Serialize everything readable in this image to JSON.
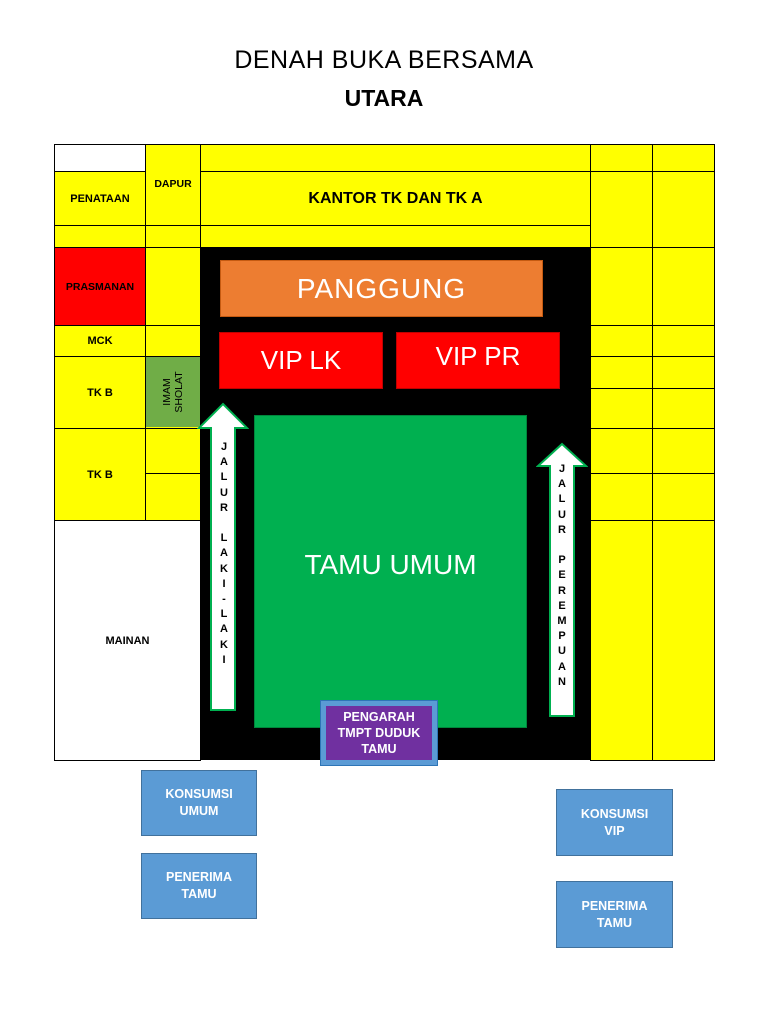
{
  "title": "DENAH BUKA BERSAMA",
  "subtitle": "UTARA",
  "rooms": {
    "penataan": "PENATAAN",
    "dapur": "DAPUR",
    "kantor": "KANTOR TK DAN TK A",
    "prasmanan": "PRASMANAN",
    "mck": "MCK",
    "tkb_1": "TK B",
    "tkb_2": "TK B",
    "imam_sholat": "IMAM SHOLAT",
    "mainan": "MAINAN"
  },
  "stage": {
    "panggung": "PANGGUNG",
    "vip_lk": "VIP LK",
    "vip_pr": "VIP PR",
    "tamu_umum": "TAMU UMUM",
    "pengarah": "PENGARAH TMPT DUDUK TAMU"
  },
  "paths": {
    "jalur_laki": [
      "J",
      "A",
      "L",
      "U",
      "R",
      "",
      "L",
      "A",
      "K",
      "I",
      "-",
      "L",
      "A",
      "K",
      "I"
    ],
    "jalur_perempuan": [
      "J",
      "A",
      "L",
      "U",
      "R",
      "",
      "P",
      "E",
      "R",
      "E",
      "M",
      "P",
      "U",
      "A",
      "N"
    ]
  },
  "service": {
    "konsumsi_umum": "KONSUMSI UMUM",
    "penerima_tamu_left": "PENERIMA TAMU",
    "konsumsi_vip": "KONSUMSI VIP",
    "penerima_tamu_right": "PENERIMA TAMU"
  },
  "colors": {
    "room_fill": "#ffff00",
    "stage": "#ed7d31",
    "vip": "#ff0000",
    "guest_area": "#00b050",
    "imam": "#70ad47",
    "pengarah": "#7030a0",
    "service_box": "#5b9bd5",
    "floor": "#000000"
  }
}
